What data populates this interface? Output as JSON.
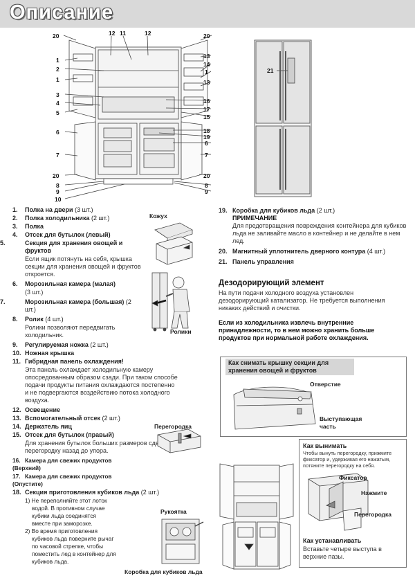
{
  "header": {
    "title": "Описание"
  },
  "figure_callouts": {
    "top": [
      "12",
      "11",
      "12"
    ],
    "left": [
      "20",
      "1",
      "2",
      "1",
      "3",
      "4",
      "5",
      "6",
      "7",
      "20",
      "8",
      "9",
      "10"
    ],
    "right": [
      "20",
      "13",
      "14",
      "1",
      "13",
      "16",
      "17",
      "15",
      "18",
      "19",
      "6",
      "7",
      "20",
      "8",
      "9"
    ],
    "front": "21"
  },
  "parts": [
    {
      "n": "1.",
      "name": "Полка на двери",
      "qty": "(3 шт.)"
    },
    {
      "n": "2.",
      "name": "Полка холодильника",
      "qty": "(2 шт.)"
    },
    {
      "n": "3.",
      "name": "Полка"
    },
    {
      "n": "4.",
      "name": "Отсек для бутылок (левый)"
    },
    {
      "n": "5.",
      "name": "Секция для хранения овощей и фруктов",
      "desc": "Если ящик потянуть на себя, крышка секции для хранения овощей и фруктов откроется."
    },
    {
      "n": "6.",
      "name": "Морозильная камера (малая)",
      "qty": "(3 шт.)"
    },
    {
      "n": "7.",
      "name": "Морозильная камера (большая)",
      "qty": "(2 шт.)"
    },
    {
      "n": "8.",
      "name": "Ролик",
      "qty": "(4 шт.)",
      "desc": "Ролики позволяют передвигать холодильник."
    },
    {
      "n": "9.",
      "name": "Регулируемая ножка",
      "qty": "(2 шт.)"
    },
    {
      "n": "10.",
      "name": "Ножная крышка"
    },
    {
      "n": "11.",
      "name": "Гибридная панель охлаждения!",
      "desc": "Эта панель охлаждает холодильную камеру опосредованным образом сзади. При таком способе подачи продукты питания охлаждаются постепенно и не подвергаются воздействию потока холодного воздуха."
    },
    {
      "n": "12.",
      "name": "Освещение"
    },
    {
      "n": "13.",
      "name": "Вспомогательный отсек",
      "qty": "(2 шт.)"
    },
    {
      "n": "14.",
      "name": "Держатель яиц"
    },
    {
      "n": "15.",
      "name": "Отсек для бутылок (правый)",
      "desc": "Для хранения бутылок больших размеров сдвиньте перегородку назад до упора."
    },
    {
      "n": "16.",
      "name": "Камера для свежих продуктов (Верхний)"
    },
    {
      "n": "17.",
      "name": "Камера для свежих продуктов (Опустите)"
    },
    {
      "n": "18.",
      "name": "Секция приготовления кубиков льда",
      "qty": "(2 шт.)",
      "subs": [
        "1) Не переполняйте этот лоток водой. В противном случае кубики льда соединятся вместе при заморозке.",
        "2) Во время приготовления кубиков льда поверните рычаг по часовой стрелке, чтобы поместить лед в контейнер для кубиков льда."
      ]
    }
  ],
  "right_parts": [
    {
      "n": "19.",
      "name": "Коробка для кубиков льда",
      "qty": "(2 шт.)",
      "note_label": "ПРИМЕЧАНИЕ",
      "desc": "Для предотвращения повреждения контейнера для кубиков льда не заливайте масло в контейнер и не делайте в нем лед."
    },
    {
      "n": "20.",
      "name": "Магнитный уплотнитель дверного контура",
      "qty": "(4 шт.)"
    },
    {
      "n": "21.",
      "name": "Панель управления"
    }
  ],
  "deodorizer": {
    "title": "Дезодорирующий элемент",
    "body": "На пути подачи холодного воздуха установлен дезодорирующий катализатор. Не требуется выполнения никаких действий и очистки."
  },
  "warning": "Если из холодильника извлечь внутренние принадлежности, то в нем можно хранить больше продуктов при нормальной работе охлаждения.",
  "illus_labels": {
    "cover": "Кожух",
    "rollers": "Ролики",
    "divider": "Перегородка",
    "handle": "Рукоятка",
    "ice_box": "Коробка для кубиков льда"
  },
  "lid_box": {
    "title": "Как снимать крышку секции для хранения овощей и фруктов",
    "hole": "Отверстие",
    "protrusion": "Выступающая часть"
  },
  "remove_box": {
    "title": "Как вынимать",
    "desc": "Чтобы вынуть перегородку, прижмите фиксатор и, удерживая его нажатым, потяните перегородку на себя.",
    "latch": "Фиксатор",
    "press": "Нажмите",
    "divider": "Перегородка",
    "install_title": "Как устанавливать",
    "install_desc": "Вставьте четыре выступа в верхние пазы."
  },
  "colors": {
    "title_bar": "#d9d9d9",
    "head_fill": "#d6d6d6",
    "line": "#444444"
  }
}
